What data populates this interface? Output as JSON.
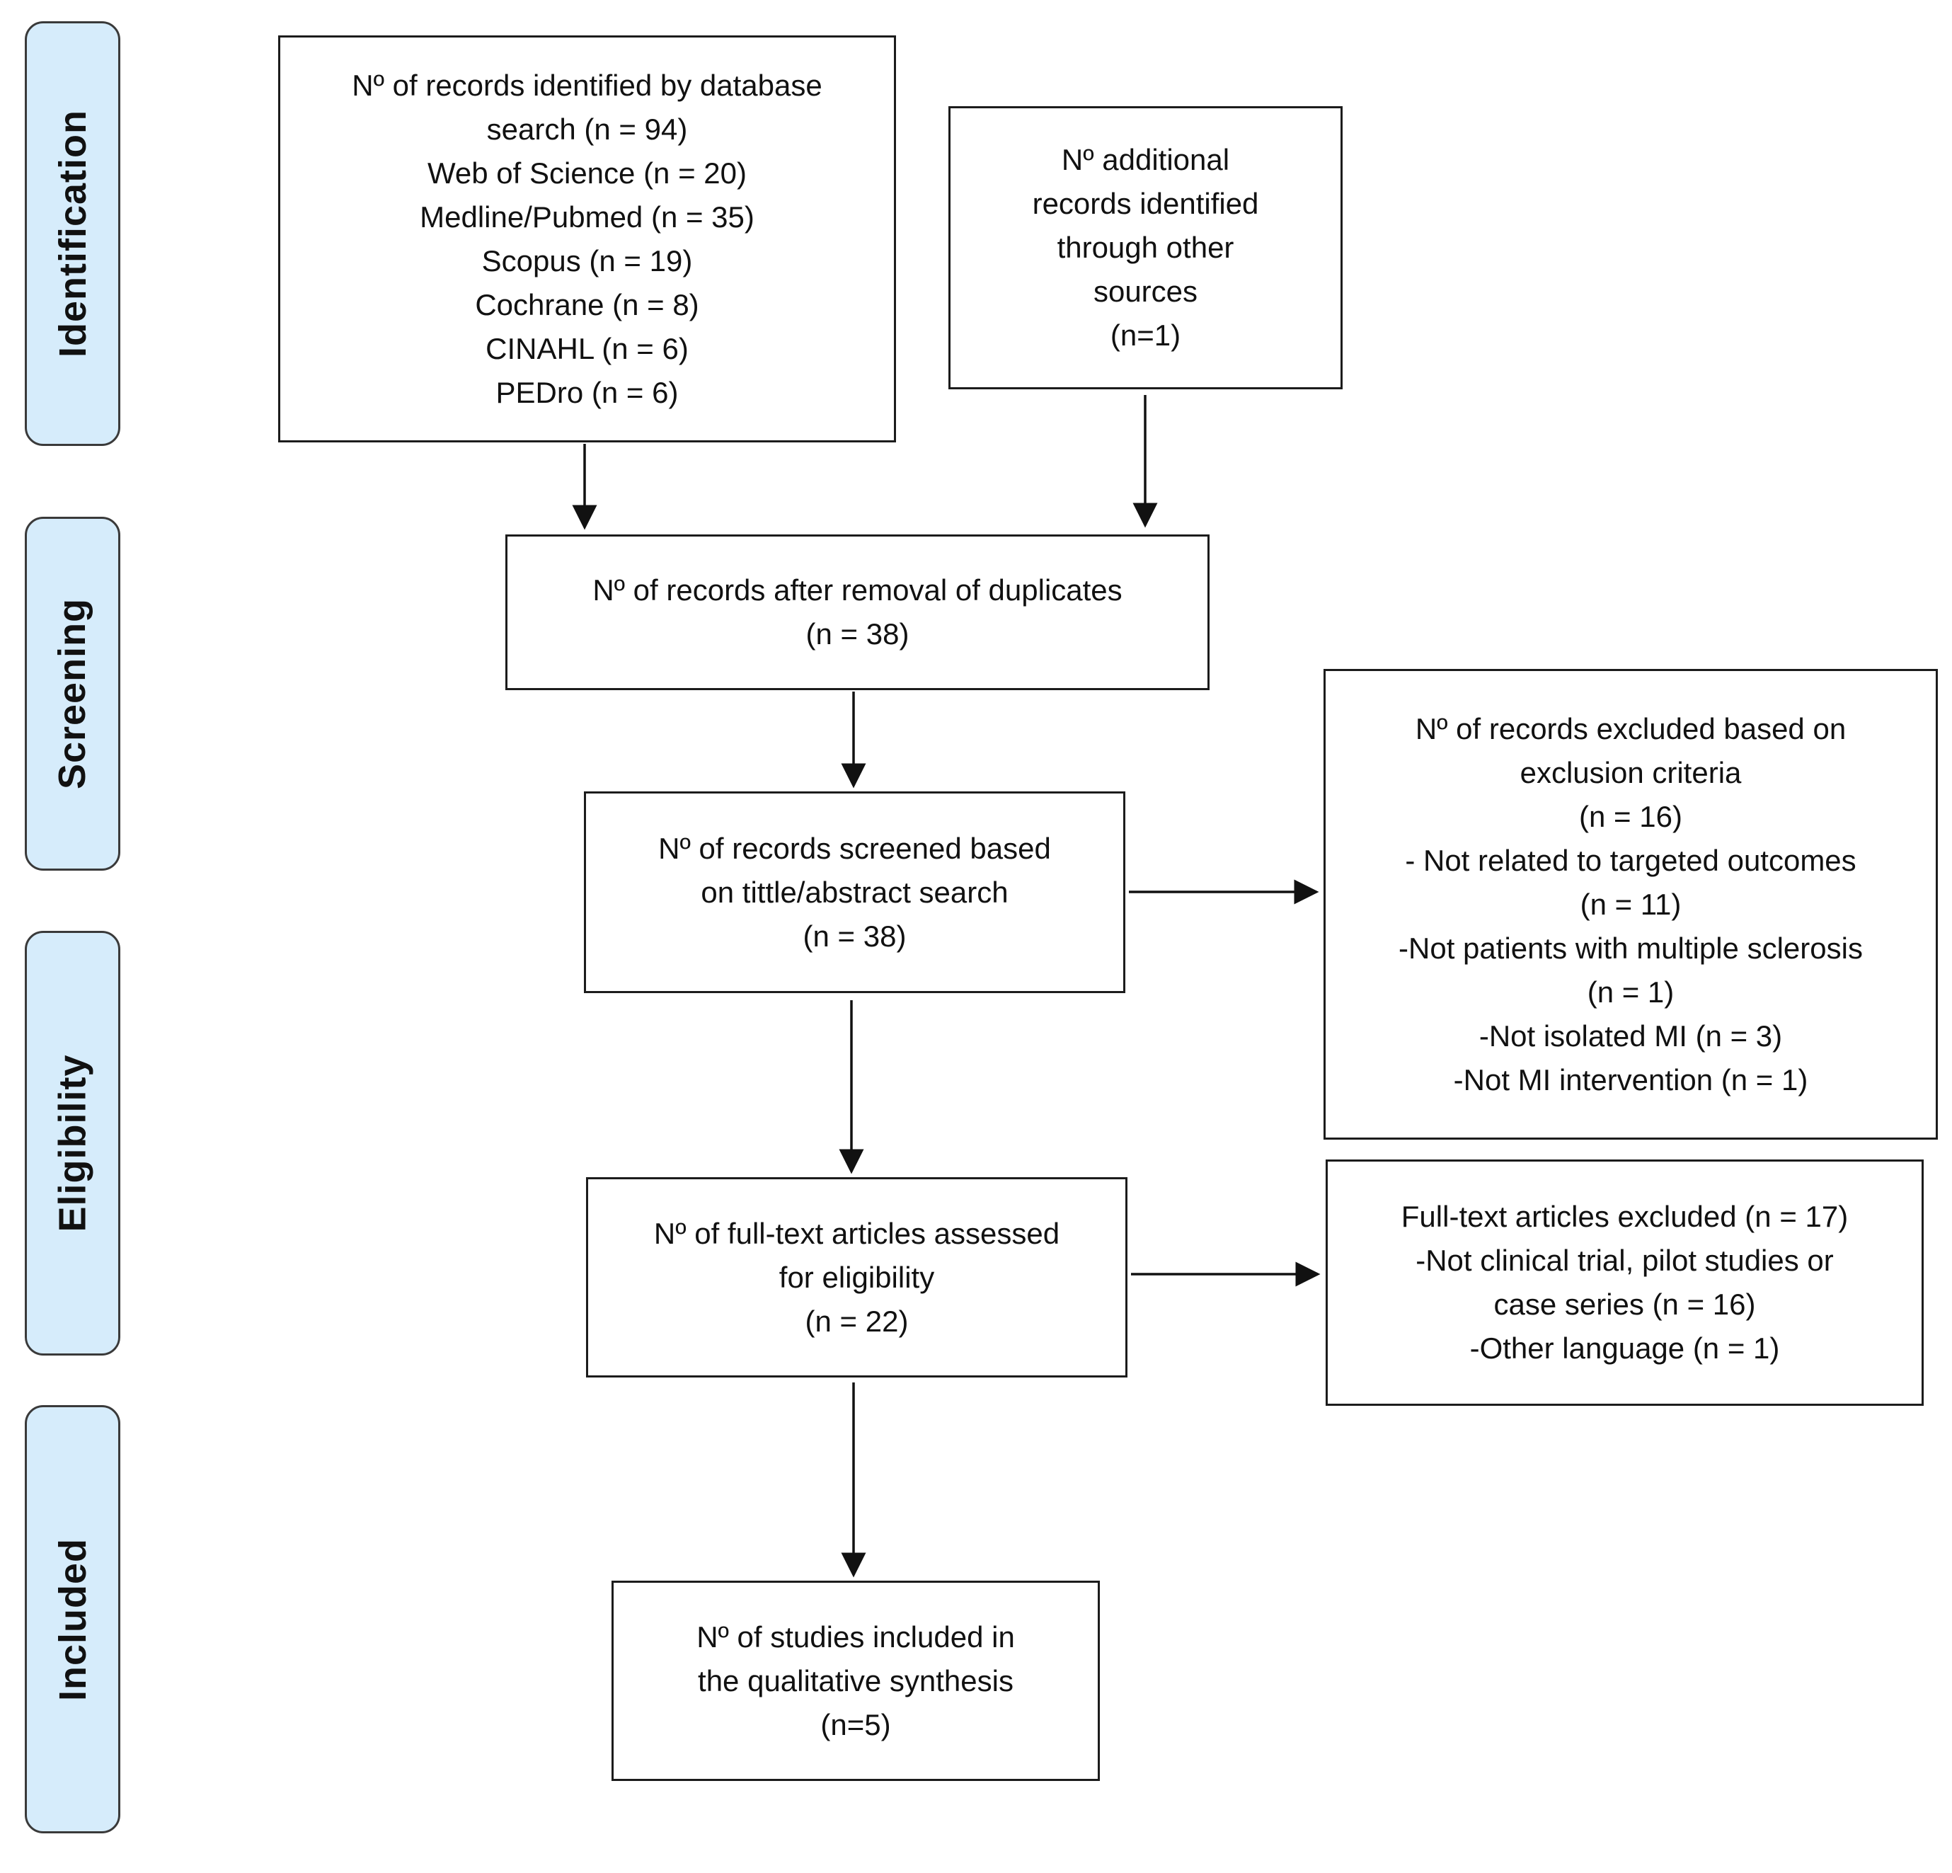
{
  "phases": {
    "identification": "Identification",
    "screening": "Screening",
    "eligibility": "Eligibility",
    "included": "Included"
  },
  "boxes": {
    "database_search": {
      "lines": [
        "Nº of records identified by database",
        "search (n = 94)",
        "Web of Science (n = 20)",
        "Medline/Pubmed (n = 35)",
        "Scopus (n = 19)",
        "Cochrane (n = 8)",
        "CINAHL (n = 6)",
        "PEDro (n = 6)"
      ]
    },
    "additional_records": {
      "lines": [
        "Nº additional",
        "records identified",
        "through other",
        "sources",
        "(n=1)"
      ]
    },
    "after_duplicates": {
      "lines": [
        "Nº of records after removal of duplicates",
        "(n = 38)"
      ]
    },
    "screened": {
      "lines": [
        "Nº of records screened based",
        "on tittle/abstract search",
        "(n = 38)"
      ]
    },
    "excluded_criteria": {
      "lines": [
        "Nº of records excluded based on",
        "exclusion criteria",
        "(n = 16)",
        "- Not related to targeted outcomes",
        "(n = 11)",
        "-Not patients with multiple sclerosis",
        "(n = 1)",
        "-Not isolated MI (n = 3)",
        "-Not MI intervention (n = 1)"
      ]
    },
    "full_text_assessed": {
      "lines": [
        "Nº of full-text articles assessed",
        "for eligibility",
        "(n = 22)"
      ]
    },
    "full_text_excluded": {
      "lines": [
        "Full-text articles excluded (n = 17)",
        "-Not clinical trial, pilot studies or",
        "case series (n = 16)",
        "-Other language (n = 1)"
      ]
    },
    "included_studies": {
      "lines": [
        "Nº of studies included in",
        "the qualitative synthesis",
        "(n=5)"
      ]
    }
  }
}
